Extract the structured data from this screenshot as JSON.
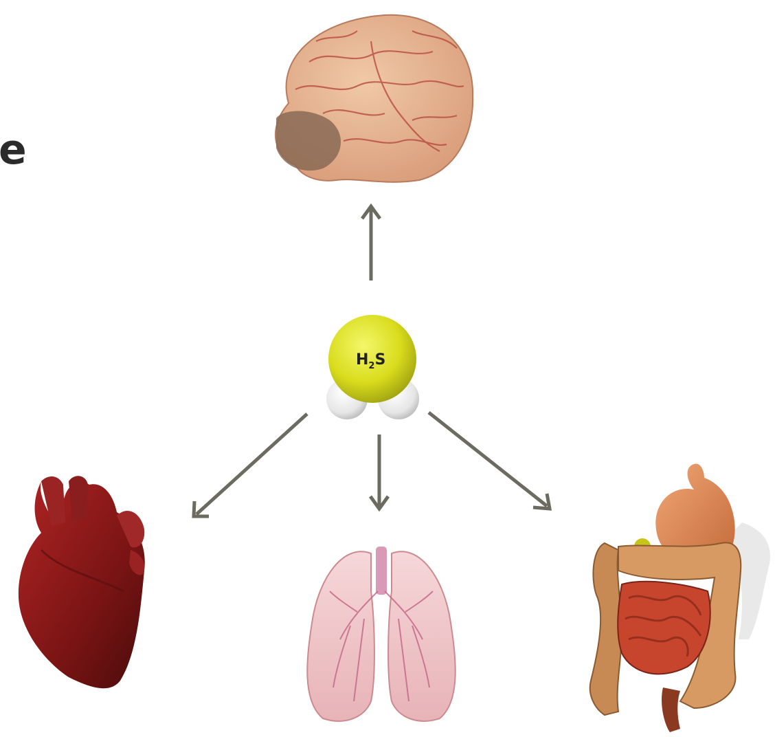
{
  "partial_title": "e",
  "molecule": {
    "formula_main": "H",
    "formula_sub": "2",
    "formula_end": "S"
  },
  "arrow_color": "#6b6b60",
  "organs": [
    "brain-icon",
    "heart-icon",
    "lungs-icon",
    "digestive-system-icon"
  ]
}
